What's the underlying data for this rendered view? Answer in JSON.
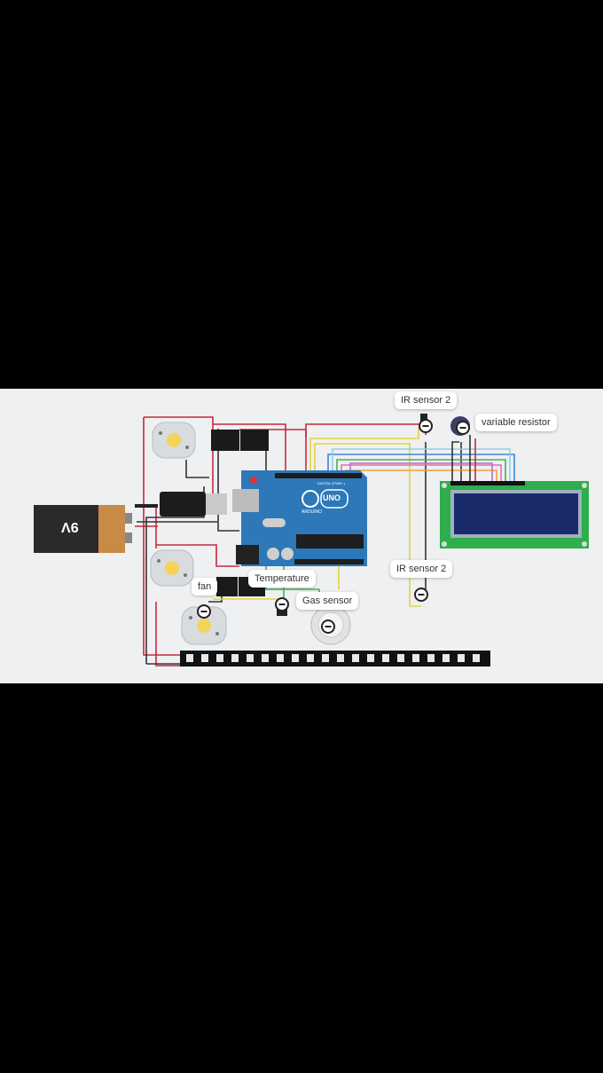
{
  "battery": {
    "label": "9V"
  },
  "arduino": {
    "logo": "UNO",
    "brand": "ARDUINO",
    "header_text": "DIGITAL (PWM~)"
  },
  "labels": {
    "ir_sensor_top": "IR sensor 2",
    "variable_resistor": "variable resistor",
    "ir_sensor_bottom": "IR sensor 2",
    "temperature": "Temperature",
    "gas_sensor": "Gas sensor",
    "fan": "fan"
  },
  "colors": {
    "wire_red": "#c8283a",
    "wire_black": "#333333",
    "wire_yellow": "#e6d23a",
    "wire_green": "#4cb050",
    "wire_blue": "#3b86d8",
    "arduino_board": "#2d78b8",
    "lcd_board": "#2fae4e",
    "lcd_screen": "#1b2a6b"
  }
}
